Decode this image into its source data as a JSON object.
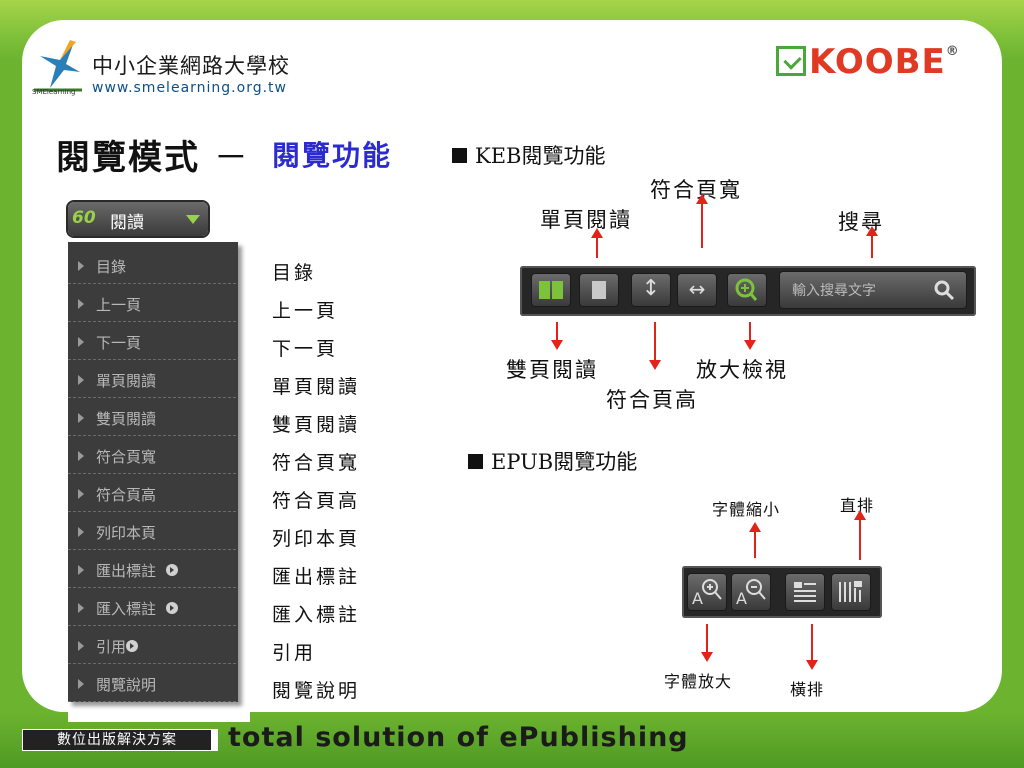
{
  "header": {
    "school_name": "中小企業網路大學校",
    "school_url": "www.smelearning.org.tw",
    "bird_caption": "SMElearning",
    "brand": "KOOBE",
    "brand_mark": "®"
  },
  "title": {
    "main": "閱覽模式",
    "dash": "－",
    "sub": "閱覽功能"
  },
  "reader_menu": {
    "button_label": "閱讀",
    "button_icon": "60",
    "items": [
      {
        "label": "目錄",
        "has_submenu": false
      },
      {
        "label": "上一頁",
        "has_submenu": false
      },
      {
        "label": "下一頁",
        "has_submenu": false
      },
      {
        "label": "單頁閱讀",
        "has_submenu": false
      },
      {
        "label": "雙頁閱讀",
        "has_submenu": false
      },
      {
        "label": "符合頁寬",
        "has_submenu": false
      },
      {
        "label": "符合頁高",
        "has_submenu": false
      },
      {
        "label": "列印本頁",
        "has_submenu": false
      },
      {
        "label": "匯出標註",
        "has_submenu": true
      },
      {
        "label": "匯入標註",
        "has_submenu": true
      },
      {
        "label": "引用",
        "has_submenu": true
      },
      {
        "label": "閱覽說明",
        "has_submenu": false
      }
    ]
  },
  "descriptions": [
    "目錄",
    "上一頁",
    "下一頁",
    "單頁閱讀",
    "雙頁閱讀",
    "符合頁寬",
    "符合頁高",
    "列印本頁",
    "匯出標註",
    "匯入標註",
    "引用",
    "閱覽說明"
  ],
  "keb": {
    "heading": "KEB閱覽功能",
    "search_placeholder": "輸入搜尋文字",
    "labels": {
      "fit_width": "符合頁寬",
      "single_page": "單頁閱讀",
      "search": "搜尋",
      "double_page": "雙頁閱讀",
      "fit_height": "符合頁高",
      "zoom": "放大檢視"
    }
  },
  "epub": {
    "heading": "EPUB閱覽功能",
    "labels": {
      "font_smaller": "字體縮小",
      "vertical": "直排",
      "font_larger": "字體放大",
      "horizontal": "橫排"
    }
  },
  "footer": {
    "box_text": "數位出版解決方案",
    "slogan": "total solution of ePublishing"
  },
  "colors": {
    "green_bg": "#6cb32f",
    "title_blue": "#2b2bd0",
    "arrow_red": "#e2231a",
    "menu_dark": "#3c3c3c"
  }
}
